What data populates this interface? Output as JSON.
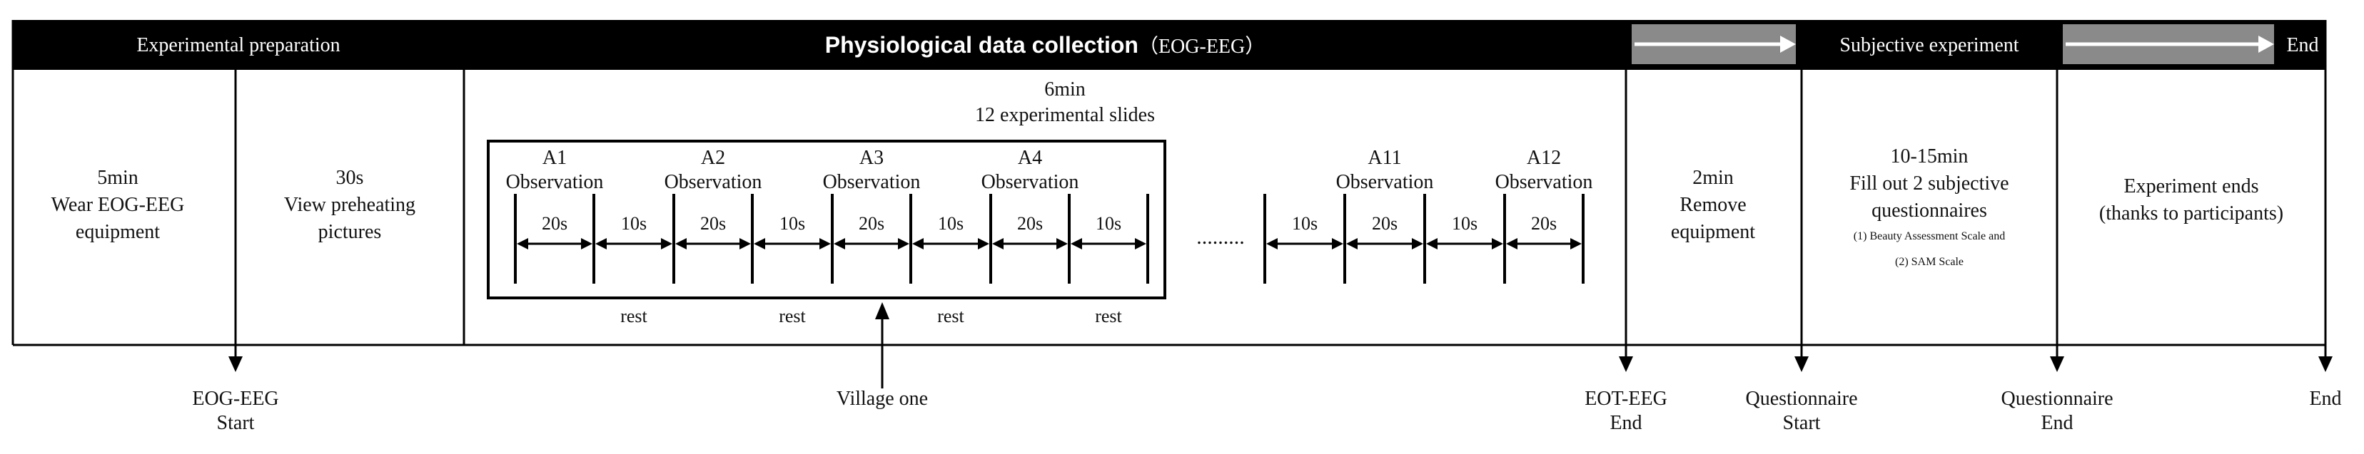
{
  "header": {
    "prep": "Experimental preparation",
    "collection_main": "Physiological data collection",
    "collection_sub": "（EOG-EEG）",
    "subjective": "Subjective experiment",
    "end": "End"
  },
  "prep": {
    "wear": [
      "5min",
      "Wear EOG-EEG",
      "equipment"
    ],
    "view": [
      "30s",
      "View preheating",
      "pictures"
    ]
  },
  "collection": {
    "duration": "6min",
    "slides": "12 experimental slides",
    "observation_label": "Observation",
    "groups": [
      "A1",
      "A2",
      "A3",
      "A4",
      "A11",
      "A12"
    ],
    "seg_observe": "20s",
    "seg_rest": "10s",
    "rest_label": "rest",
    "arrow_label": "Village one"
  },
  "remove": [
    "2min",
    "Remove",
    "equipment"
  ],
  "questionnaire": {
    "time": "10-15min",
    "line1": "Fill out 2 subjective",
    "line2": "questionnaires",
    "scale1": "(1) Beauty Assessment Scale and",
    "scale2": "(2) SAM Scale"
  },
  "ending": [
    "Experiment ends",
    "(thanks to participants)"
  ],
  "markers": {
    "eog_start": [
      "EOG-EEG",
      "Start"
    ],
    "eot_end": [
      "EOT-EEG",
      "End"
    ],
    "q_start": [
      "Questionnaire",
      "Start"
    ],
    "q_end": [
      "Questionnaire",
      "End"
    ],
    "end": "End"
  },
  "colors": {
    "header_bg": "#000000",
    "arrow_bar": "#8a8a8a",
    "line": "#000000"
  }
}
